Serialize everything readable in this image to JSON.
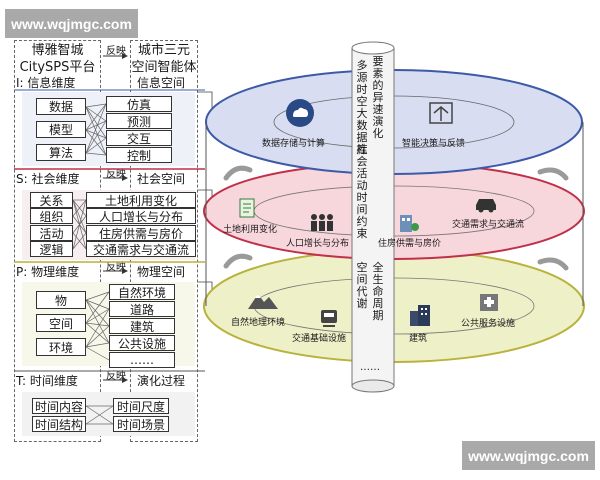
{
  "watermark": {
    "top": "www.wqjmgc.com",
    "bottom": "www.wqjmgc.com"
  },
  "left": {
    "col1_title": [
      "博雅智城",
      "CitySPS平台"
    ],
    "col2_title": [
      "城市三元",
      "空间智能体"
    ],
    "arrow_label": "反映",
    "sections": [
      {
        "id": "I",
        "left_label": "I: 信息维度",
        "right_label": "信息空间",
        "left_items": [
          "数据",
          "模型",
          "算法"
        ],
        "right_items": [
          "仿真",
          "预测",
          "交互",
          "控制"
        ]
      },
      {
        "id": "S",
        "left_label": "S: 社会维度",
        "right_label": "社会空间",
        "left_items": [
          "关系",
          "组织",
          "活动",
          "逻辑"
        ],
        "right_items": [
          "土地利用变化",
          "人口增长与分布",
          "住房供需与房价",
          "交通需求与交通流"
        ]
      },
      {
        "id": "P",
        "left_label": "P: 物理维度",
        "right_label": "物理空间",
        "left_items": [
          "物",
          "空间",
          "环境"
        ],
        "right_items": [
          "自然环境",
          "道路",
          "建筑",
          "公共设施",
          "……"
        ]
      },
      {
        "id": "T",
        "left_label": "T: 时间维度",
        "right_label": "演化过程",
        "left_items": [
          "时间内容",
          "时间结构"
        ],
        "right_items": [
          "时间尺度",
          "时间场景"
        ]
      }
    ]
  },
  "right": {
    "pillar_left_top": "多源时空大数据库",
    "pillar_right_top": "要素的异速演化",
    "pillar_left_mid": "社会活动时间约束",
    "pillar_right_mid": "全生命周期",
    "pillar_left_bottom": "空间代谢",
    "pillar_dots": "……",
    "info_layer": [
      "数据存储与计算",
      "智能决策与反馈"
    ],
    "social_layer": [
      "土地利用变化",
      "人口增长与分布",
      "住房供需与房价",
      "交通需求与交通流"
    ],
    "physical_layer": [
      "自然地理环境",
      "交通基础设施",
      "建筑",
      "公共服务设施"
    ]
  },
  "colors": {
    "info": "#3d5aa8",
    "social": "#c0304a",
    "physical": "#b9b23c",
    "time": "#333333",
    "info_fill": "#d9ddf2",
    "social_fill": "#f7d6dc",
    "physical_fill": "#eef0c8",
    "arrow": "#9a9a9a"
  },
  "icons": [
    "cloud-database-icon",
    "decision-cycle-icon",
    "land-document-icon",
    "population-icon",
    "housing-price-icon",
    "car-icon",
    "mountain-icon",
    "train-icon",
    "building-icon",
    "public-hospital-icon"
  ]
}
